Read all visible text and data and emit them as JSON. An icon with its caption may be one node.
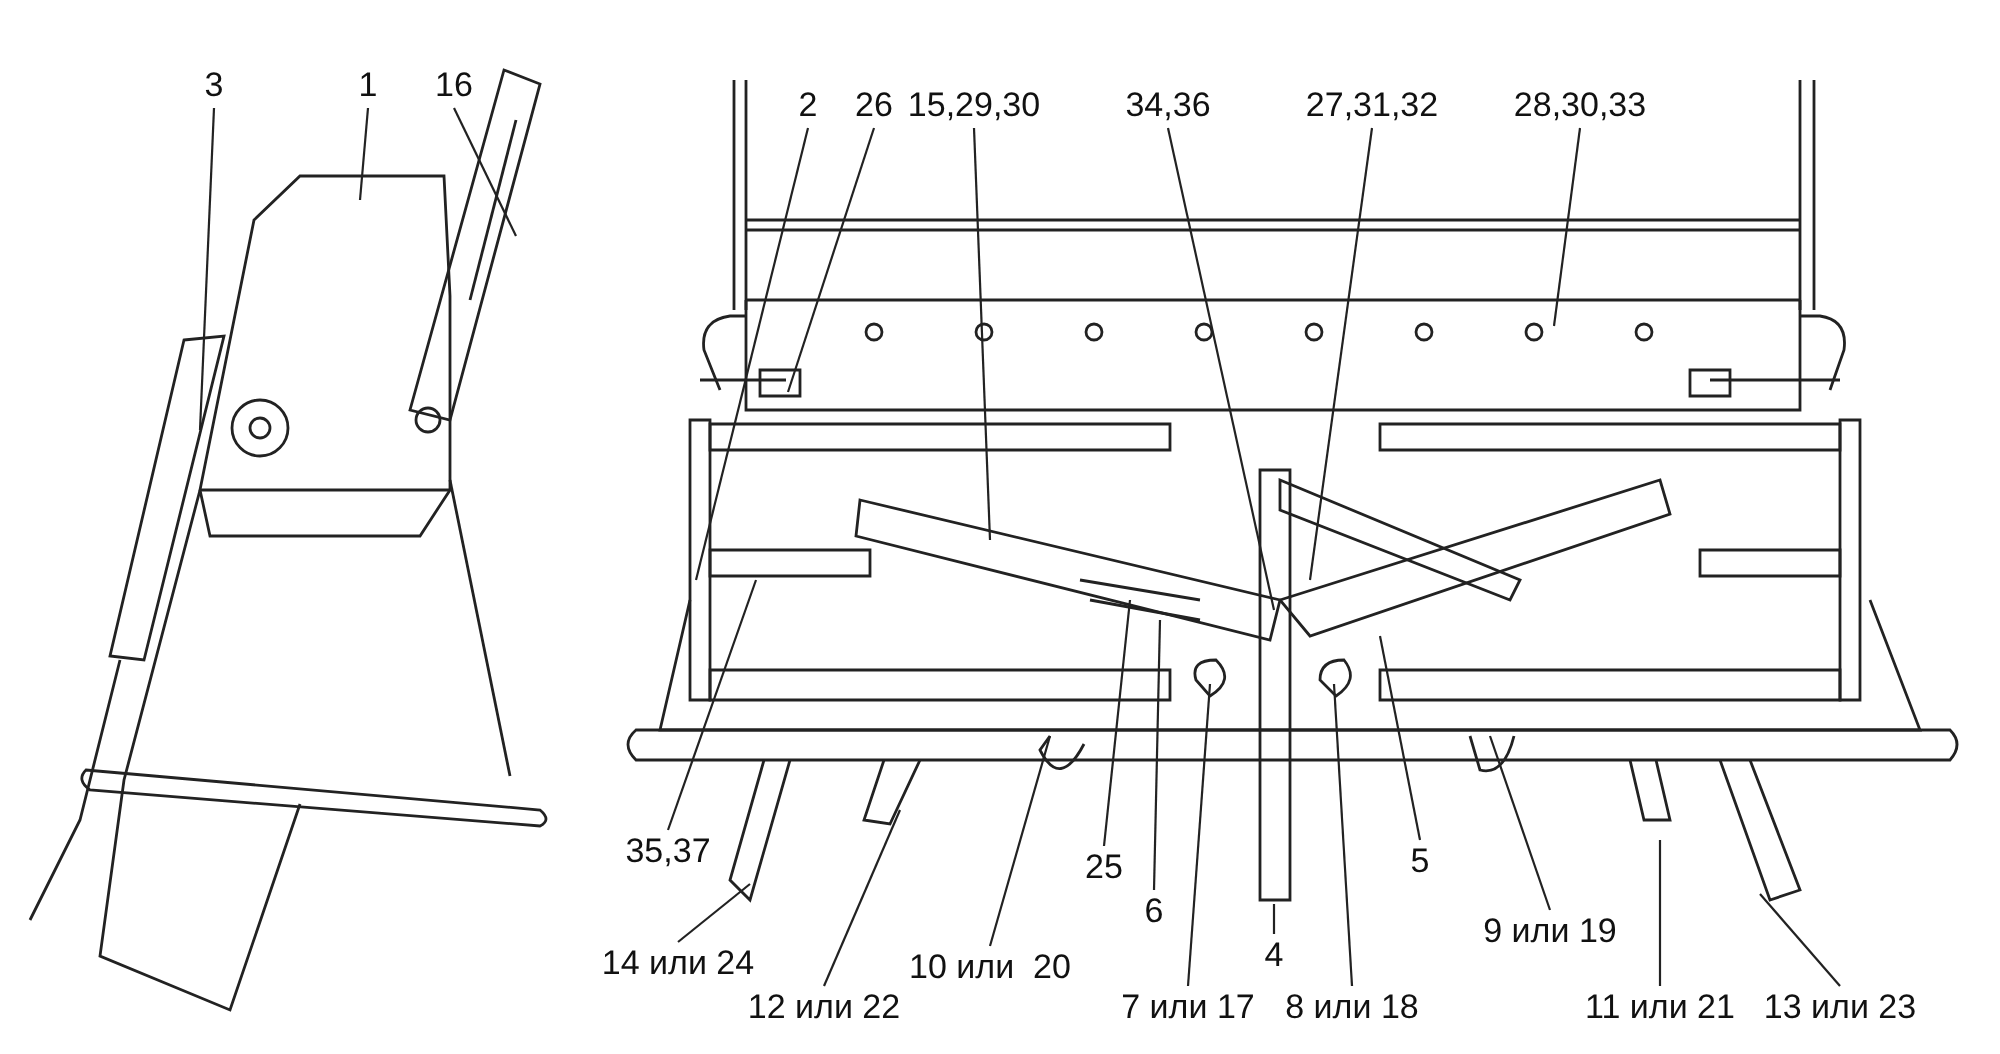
{
  "diagram": {
    "nodes": [
      {
        "text": [
          "3"
        ]
      },
      {
        "text": [
          "1"
        ]
      },
      {
        "text": [
          "16"
        ]
      },
      {
        "text": [
          "2"
        ]
      },
      {
        "text": [
          "26"
        ]
      },
      {
        "text": [
          "15,29,30"
        ]
      },
      {
        "text": [
          "34,36"
        ]
      },
      {
        "text": [
          "27,31,32"
        ]
      },
      {
        "text": [
          "28,30,33"
        ]
      },
      {
        "text": [
          "35,37"
        ]
      },
      {
        "text": [
          "25"
        ]
      },
      {
        "text": [
          "6"
        ]
      },
      {
        "text": [
          "4"
        ]
      },
      {
        "text": [
          "5"
        ]
      },
      {
        "text": [
          "9 или 19"
        ]
      },
      {
        "text": [
          "14 или 24"
        ]
      },
      {
        "text": [
          "12 или 22"
        ]
      },
      {
        "text": [
          "10 или  20"
        ]
      },
      {
        "text": [
          "7 или 17"
        ]
      },
      {
        "text": [
          "8 или 18"
        ]
      },
      {
        "text": [
          "11 или 21"
        ]
      },
      {
        "text": [
          "13 или 23"
        ]
      }
    ],
    "edges": [
      {
        "from": 0,
        "to": null,
        "arrow": "none"
      },
      {
        "from": 1,
        "to": null,
        "arrow": "none"
      },
      {
        "from": 2,
        "to": null,
        "arrow": "none"
      },
      {
        "from": 3,
        "to": null,
        "arrow": "none"
      },
      {
        "from": 4,
        "to": null,
        "arrow": "none"
      },
      {
        "from": 5,
        "to": null,
        "arrow": "none"
      },
      {
        "from": 6,
        "to": null,
        "arrow": "none"
      },
      {
        "from": 7,
        "to": null,
        "arrow": "none"
      },
      {
        "from": 8,
        "to": null,
        "arrow": "none"
      },
      {
        "from": 9,
        "to": null,
        "arrow": "none"
      },
      {
        "from": 10,
        "to": null,
        "arrow": "none"
      },
      {
        "from": 11,
        "to": null,
        "arrow": "none"
      },
      {
        "from": 12,
        "to": null,
        "arrow": "none"
      },
      {
        "from": 13,
        "to": null,
        "arrow": "none"
      },
      {
        "from": 14,
        "to": null,
        "arrow": "none"
      },
      {
        "from": 15,
        "to": null,
        "arrow": "none"
      },
      {
        "from": 16,
        "to": null,
        "arrow": "none"
      },
      {
        "from": 17,
        "to": null,
        "arrow": "none"
      },
      {
        "from": 18,
        "to": null,
        "arrow": "none"
      },
      {
        "from": 19,
        "to": null,
        "arrow": "none"
      },
      {
        "from": 20,
        "to": null,
        "arrow": "none"
      },
      {
        "from": 21,
        "to": null,
        "arrow": "none"
      }
    ]
  }
}
